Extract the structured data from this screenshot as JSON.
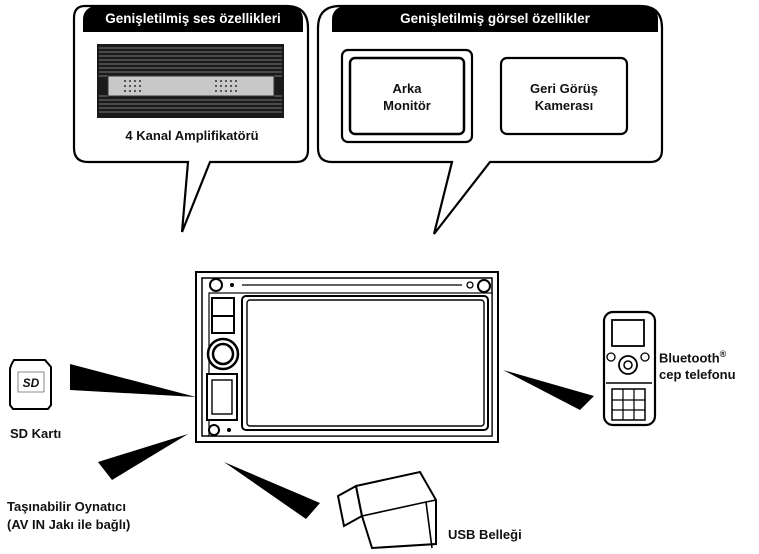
{
  "bubbles": {
    "audio": {
      "header": "Genişletilmiş ses özellikleri",
      "item_label": "4 Kanal Amplifikatörü"
    },
    "visual": {
      "header": "Genişletilmiş görsel özellikler",
      "rear_monitor": [
        "Arka",
        "Monitör"
      ],
      "rear_camera": [
        "Geri Görüş",
        "Kamerası"
      ]
    }
  },
  "devices": {
    "sd_card": "SD Kartı",
    "portable_player": [
      "Taşınabilir Oynatıcı",
      "(AV IN Jakı ile bağlı)"
    ],
    "usb": "USB Belleği",
    "bluetooth": {
      "name": "Bluetooth",
      "mark": "®",
      "phone": "cep telefonu"
    },
    "sd_card_logo": "SD"
  },
  "colors": {
    "ink": "#111111",
    "bubble_header": "#000000",
    "pointer": "#000000"
  }
}
